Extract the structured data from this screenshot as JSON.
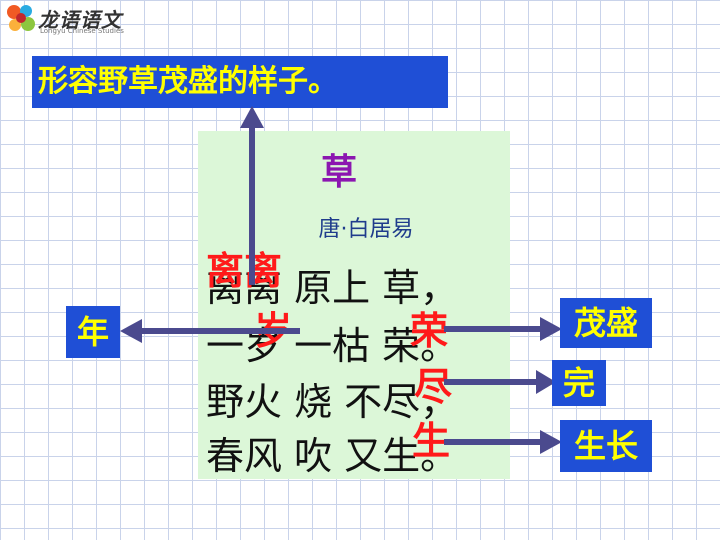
{
  "logo": {
    "brand": "龙语语文",
    "sub": "Longyu Chinese Studies"
  },
  "definition": "形容野草茂盛的样子。",
  "poem": {
    "title": "草",
    "author": "唐·白居易",
    "lines": [
      "离离 原上 草，",
      "一岁 一枯 荣。",
      "野火 烧 不尽，",
      "春风 吹 又生。"
    ]
  },
  "highlights": {
    "lili": "离离",
    "sui": "岁",
    "rong": "荣",
    "jin": "尽",
    "sheng": "生"
  },
  "meanings": {
    "sui": "年",
    "rong": "茂盛",
    "jin": "完",
    "sheng": "生长"
  },
  "colors": {
    "box": "#1f4fd6",
    "box_text": "#ffff00",
    "highlight": "#ff1a1a",
    "arrow": "#4b4a8e",
    "panel": "#dcf7d8",
    "title": "#8b16b0"
  }
}
